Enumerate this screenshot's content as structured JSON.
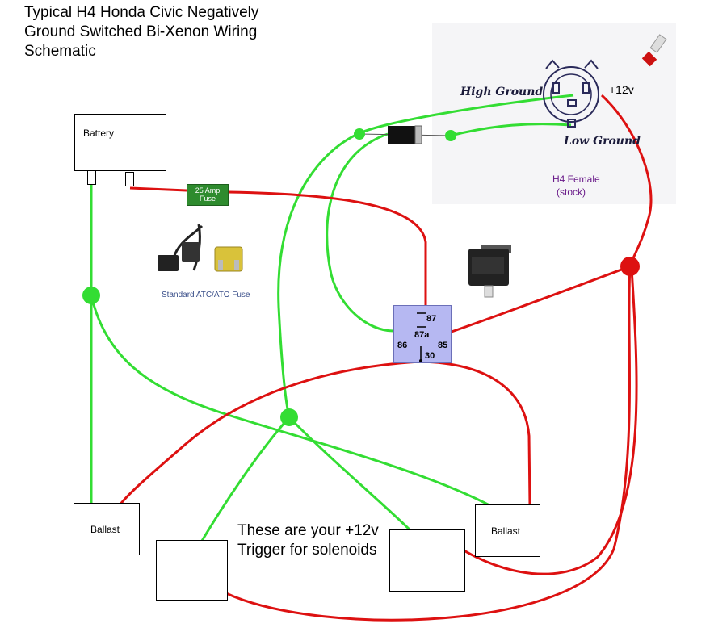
{
  "title": "Typical H4 Honda Civic Negatively Ground Switched Bi-Xenon Wiring Schematic",
  "components": {
    "battery": "Battery",
    "fuse": "25 Amp Fuse",
    "fuse_caption": "Standard ATC/ATO Fuse",
    "relay": {
      "pin_87": "87",
      "pin_87a": "87a",
      "pin_86": "86",
      "pin_85": "85",
      "pin_30": "30"
    },
    "ballast_left": "Ballast",
    "ballast_right": "Ballast",
    "high_ground": "High Ground",
    "low_ground": "Low Ground",
    "plus12v": "+12v",
    "h4_female": "H4 Female",
    "h4_stock": "(stock)",
    "solenoid_note": "These are your +12v Trigger for solenoids"
  },
  "colors": {
    "ground_wire": "#33dd33",
    "positive_wire": "#dd1111",
    "relay_fill": "#b6b8f2",
    "fuse_fill": "#2e8b2e"
  }
}
